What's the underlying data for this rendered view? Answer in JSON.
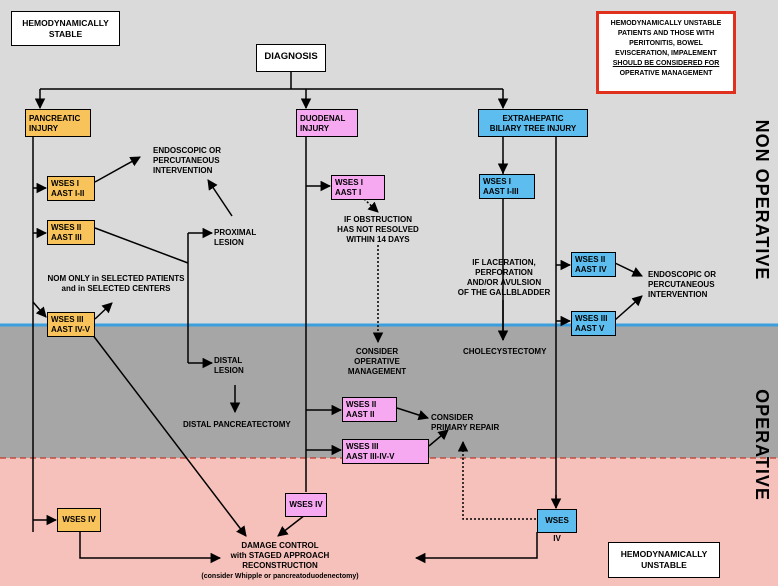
{
  "colors": {
    "band_top": "#dadada",
    "band_mid": "#a6a6a6",
    "band_bottom": "#f7c1bb",
    "orange": "#f8c35a",
    "pink": "#f6a8f1",
    "blue": "#5dbdee",
    "divider_blue": "#3a9fdc",
    "red_border": "#e0301e"
  },
  "corners": {
    "stable": "HEMODYNAMICALLY\nSTABLE",
    "unstable": "HEMODYNAMICALLY\nUNSTABLE",
    "warning_main": "HEMODYNAMICALLY UNSTABLE\nPATIENTS AND THOSE WITH\nPERITONITIS, BOWEL\nEVISCERATION, IMPALEMENT",
    "warning_underline": "SHOULD BE CONSIDERED FOR",
    "warning_tail": "OPERATIVE MANAGEMENT"
  },
  "side_labels": {
    "top": "NON OPERATIVE",
    "bottom": "OPERATIVE"
  },
  "nodes": {
    "diagnosis": "DIAGNOSIS",
    "pancreatic": "PANCREATIC\nINJURY",
    "duodenal": "DUODENAL\nINJURY",
    "biliary": "EXTRAHEPATIC\nBILIARY TREE INJURY",
    "p_wses1": "WSES I\nAAST I-II",
    "p_wses2": "WSES II\nAAST III",
    "p_wses3": "WSES III\nAAST IV-V",
    "p_wses4": "WSES IV",
    "d_wses1": "WSES I\nAAST I",
    "d_wses2": "WSES II\nAAST II",
    "d_wses3": "WSES III\nAAST III-IV-V",
    "d_wses4": "WSES IV",
    "b_wses1": "WSES I\nAAST I-III",
    "b_wses2": "WSES II\nAAST IV",
    "b_wses3": "WSES III\nAAST V",
    "b_wses4": "WSES IV"
  },
  "texts": {
    "endo_top": "ENDOSCOPIC OR\nPERCUTANEOUS\nINTERVENTION",
    "proximal": "PROXIMAL\nLESION",
    "nom": "NOM ONLY in SELECTED PATIENTS\nand in SELECTED CENTERS",
    "distal": "DISTAL\nLESION",
    "distal_panc": "DISTAL PANCREATECTOMY",
    "obstruction": "IF OBSTRUCTION\nHAS NOT RESOLVED\nWITHIN 14 DAYS",
    "consider_op": "CONSIDER\nOPERATIVE\nMANAGEMENT",
    "primary_repair": "CONSIDER\nPRIMARY REPAIR",
    "laceration": "IF LACERATION,\nPERFORATION\nAND/OR AVULSION\nOF THE GALLBLADDER",
    "cholecystectomy": "CHOLECYSTECTOMY",
    "endo_right": "ENDOSCOPIC OR\nPERCUTANEOUS\nINTERVENTION",
    "damage_control": "DAMAGE CONTROL\nwith STAGED APPROACH\nRECONSTRUCTION",
    "whipple": "(consider Whipple or pancreatoduodenectomy)"
  }
}
